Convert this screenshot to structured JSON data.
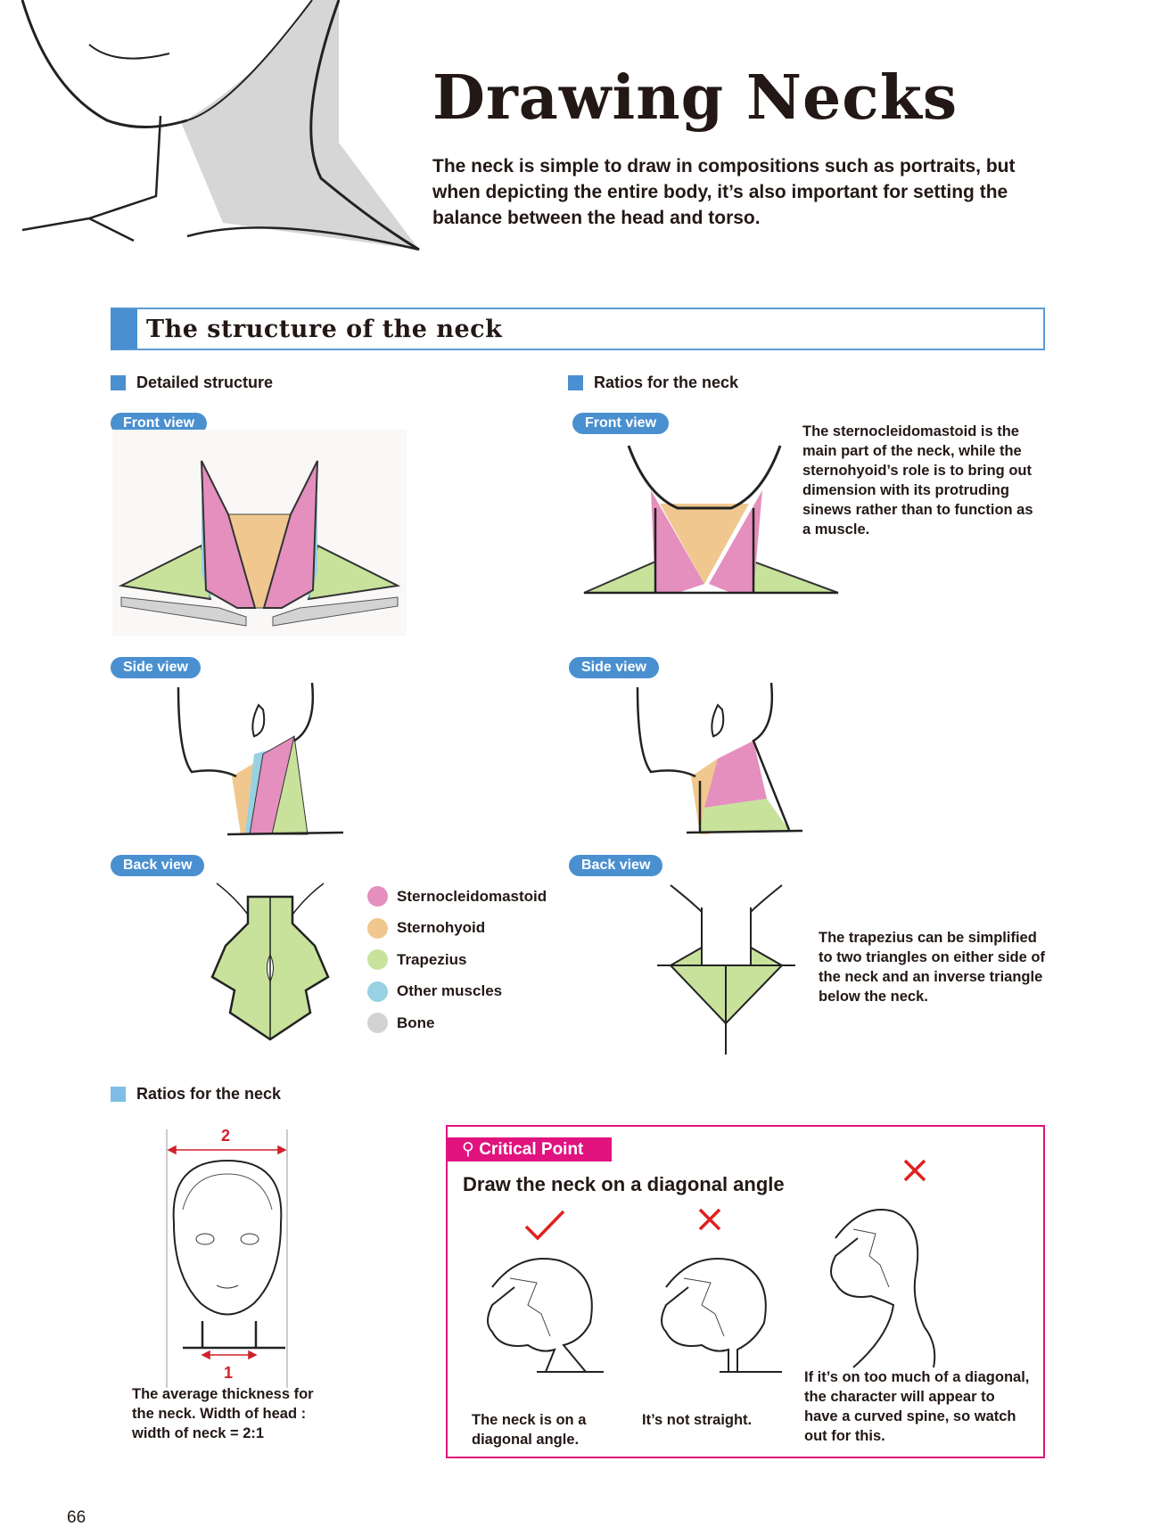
{
  "header": {
    "title": "Drawing Necks",
    "intro": "The neck is simple to draw in compositions such as portraits, but when depicting the entire body, it’s also important for setting the balance between the head and torso."
  },
  "section": {
    "title": "The structure of the neck"
  },
  "left": {
    "heading": "Detailed structure",
    "front": "Front view",
    "side": "Side view",
    "back": "Back view"
  },
  "right": {
    "heading": "Ratios for the neck",
    "front": "Front view",
    "side": "Side view",
    "back": "Back view",
    "front_note": "The sternocleidomastoid is the main part of the neck, while the sternohyoid’s role is to bring out dimension with its protruding sinews rather than to function as a muscle.",
    "back_note": "The trapezius can be simplified to two triangles on either side of the neck and an inverse triangle below the neck."
  },
  "legend": [
    {
      "label": "Sternocleidomastoid",
      "color": "#e48fbd"
    },
    {
      "label": "Sternohyoid",
      "color": "#f0c88f"
    },
    {
      "label": "Trapezius",
      "color": "#c8e29c"
    },
    {
      "label": "Other muscles",
      "color": "#98d2e2"
    },
    {
      "label": "Bone",
      "color": "#d3d3d3"
    }
  ],
  "ratios": {
    "heading": "Ratios for the neck",
    "head_ratio": "2",
    "neck_ratio": "1",
    "caption": "The average thickness for the neck. Width of head : width of neck = 2:1"
  },
  "critical": {
    "tag": "Critical Point",
    "title": "Draw the neck on a diagonal angle",
    "items": [
      {
        "mark": "check",
        "caption": "The neck is on a diagonal angle."
      },
      {
        "mark": "cross",
        "caption": "It’s not straight."
      },
      {
        "mark": "cross",
        "caption": "If it’s on too much of a diagonal, the character will appear to have a curved spine, so watch out for this."
      }
    ]
  },
  "page_number": "66",
  "colors": {
    "accent": "#4a90d0",
    "critical": "#e0137f",
    "mark": "#e02020"
  }
}
